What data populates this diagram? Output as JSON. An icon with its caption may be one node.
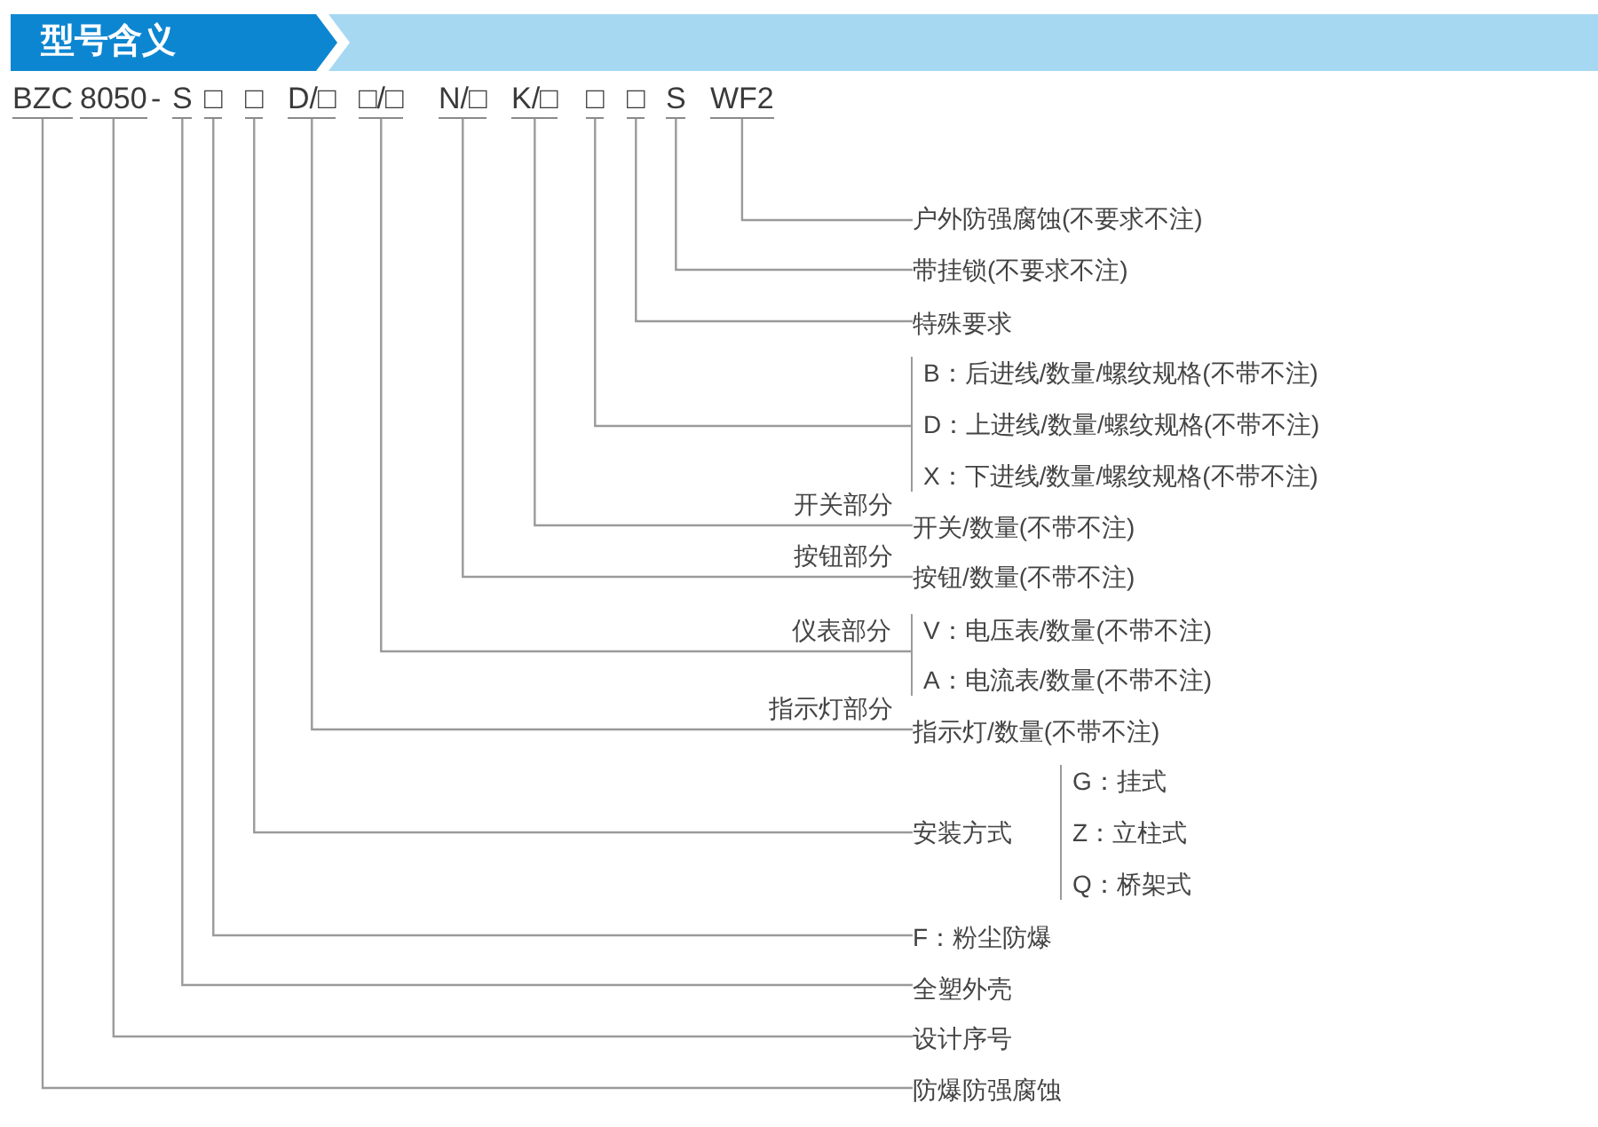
{
  "diagram": {
    "title": "型号含义",
    "nodes": [
      {
        "text": [
          "BZC"
        ]
      },
      {
        "text": [
          "8050"
        ]
      },
      {
        "text": [
          "S"
        ]
      },
      {
        "text": [
          "□"
        ]
      },
      {
        "text": [
          "□"
        ]
      },
      {
        "text": [
          "D/□"
        ]
      },
      {
        "text": [
          "□/□"
        ]
      },
      {
        "text": [
          "N/□"
        ]
      },
      {
        "text": [
          "K/□"
        ]
      },
      {
        "text": [
          "□"
        ]
      },
      {
        "text": [
          "□"
        ]
      },
      {
        "text": [
          "S"
        ]
      },
      {
        "text": [
          "WF2"
        ]
      },
      {
        "text": [
          "户外防强腐蚀(不要求不注)"
        ]
      },
      {
        "text": [
          "带挂锁(不要求不注)"
        ]
      },
      {
        "text": [
          "特殊要求"
        ]
      },
      {
        "text": [
          "B：后进线/数量/螺纹规格(不带不注)",
          "D：上进线/数量/螺纹规格(不带不注)",
          "X：下进线/数量/螺纹规格(不带不注)"
        ]
      },
      {
        "text": [
          "开关/数量(不带不注)"
        ]
      },
      {
        "text": [
          "按钮/数量(不带不注)"
        ]
      },
      {
        "text": [
          "V：电压表/数量(不带不注)",
          "A：电流表/数量(不带不注)"
        ]
      },
      {
        "text": [
          "指示灯/数量(不带不注)"
        ]
      },
      {
        "text": [
          "安装方式"
        ]
      },
      {
        "text": [
          "G：挂式",
          "Z：立柱式",
          "Q：桥架式"
        ]
      },
      {
        "text": [
          "F：粉尘防爆"
        ]
      },
      {
        "text": [
          "全塑外壳"
        ]
      },
      {
        "text": [
          "设计序号"
        ]
      },
      {
        "text": [
          "防爆防强腐蚀"
        ]
      }
    ],
    "edges": [
      {
        "from": 12,
        "to": 13,
        "arrow": "none"
      },
      {
        "from": 11,
        "to": 14,
        "arrow": "none"
      },
      {
        "from": 10,
        "to": 15,
        "arrow": "none"
      },
      {
        "from": 9,
        "to": 16,
        "arrow": "none"
      },
      {
        "from": 8,
        "to": 17,
        "arrow": "none",
        "label": "开关部分"
      },
      {
        "from": 7,
        "to": 18,
        "arrow": "none",
        "label": "按钮部分"
      },
      {
        "from": 6,
        "to": 19,
        "arrow": "none",
        "label": "仪表部分"
      },
      {
        "from": 5,
        "to": 20,
        "arrow": "none",
        "label": "指示灯部分"
      },
      {
        "from": 4,
        "to": 21,
        "arrow": "none"
      },
      {
        "from": 3,
        "to": 23,
        "arrow": "none"
      },
      {
        "from": 2,
        "to": 24,
        "arrow": "none"
      },
      {
        "from": 1,
        "to": 25,
        "arrow": "none"
      },
      {
        "from": 0,
        "to": 26,
        "arrow": "none"
      }
    ],
    "labels": [
      "-"
    ]
  }
}
